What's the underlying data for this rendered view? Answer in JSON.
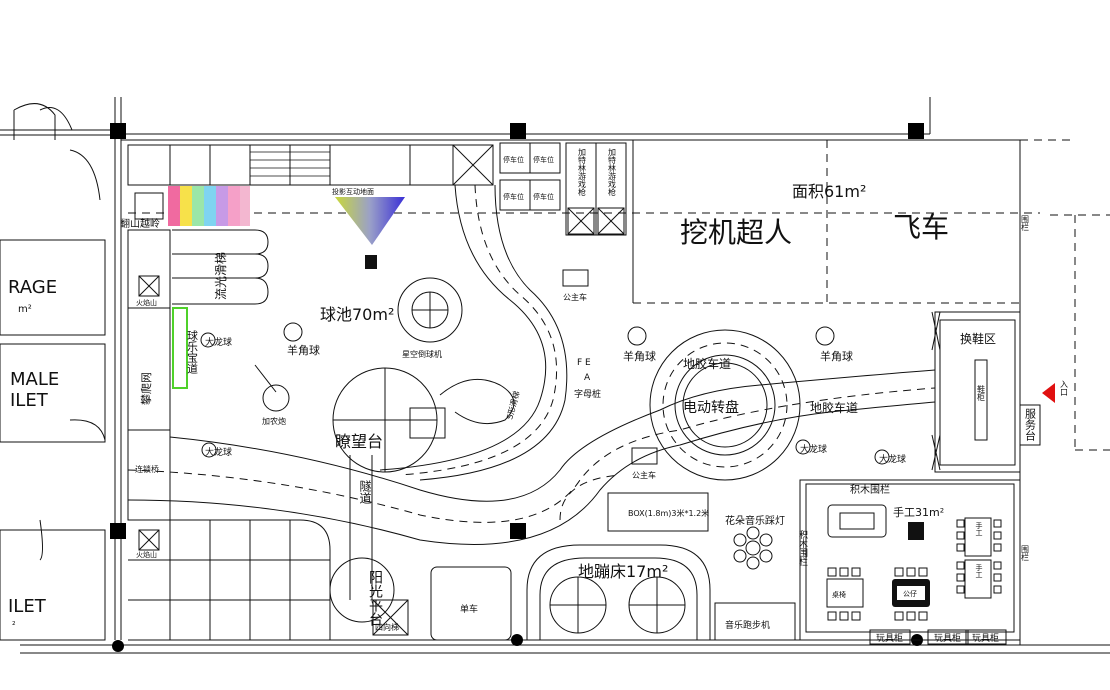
{
  "plan": {
    "outside_left": {
      "garage": "RAGE",
      "garage_unit": "m²",
      "male_toilet_1": "MALE",
      "male_toilet_2": "ILET",
      "toilet_bottom": "ILET",
      "toilet_bottom_unit": "²"
    },
    "zones": {
      "digger_superman": "挖机超人",
      "flying_car": "飞车",
      "area_note": "面积61m²",
      "ball_pool": "球池70m²",
      "observation_deck": "瞭望台",
      "sunshine_platform": "阳光平台",
      "tunnel": "隧道",
      "trampoline": "地蹦床17m²",
      "electric_turntable": "电动转盘",
      "handcraft": "手工31m²",
      "shoe_change": "换鞋区",
      "service_desk": "服务台",
      "rubber_track_1": "地胶车道",
      "rubber_track_2": "地胶车道",
      "spiral_slide": "流光滑梯",
      "ball_maze": "球乐宝道",
      "volcano_1": "火焰山",
      "volcano_2": "火焰山",
      "lian_suo": "连锁桥",
      "rainbow_slide": "翻山越岭",
      "climb_net": "攀爬网",
      "entrance": "入口"
    },
    "items": {
      "parking": [
        "停车位",
        "停车位",
        "停车位",
        "停车位"
      ],
      "spinning_top_1": "加特林游戏枪",
      "spinning_top_2": "加特林游戏枪",
      "goat_ball_1": "羊角球",
      "goat_ball_2": "羊角球",
      "goat_ball_3": "羊角球",
      "big_dragon_ball_1": "大龙球",
      "big_dragon_ball_2": "大龙球",
      "big_dragon_ball_3": "大龙球",
      "big_dragon_ball_4": "大龙球",
      "star_ball_machine": "星空倒球机",
      "cannon": "加农炮",
      "princess_car_1": "公主车",
      "princess_car_2": "公主车",
      "alphabet_pile": "字母桩",
      "flower_drum": "花朵音乐踩灯",
      "board": "BOX(1.8m)3米*1.2米",
      "music_treadmill": "音乐跑步机",
      "bike": "单车",
      "four_way": "四向梯",
      "blocks_fence": "积木围栏",
      "blocks_fence_side": "积木围栏",
      "fence_right_1": "围栏",
      "fence_right_2": "围栏",
      "toy_cabinets": [
        "玩具柜",
        "玩具柜",
        "玩具柜"
      ],
      "crawl_tunnel": "S形滑梯",
      "projector": "投影互动地面",
      "craft_table_left": "桌椅",
      "craft_table_right": "公仔",
      "craft_stack_1": "手工",
      "craft_stack_2": "手工",
      "shoe_rack": "鞋柜"
    }
  }
}
